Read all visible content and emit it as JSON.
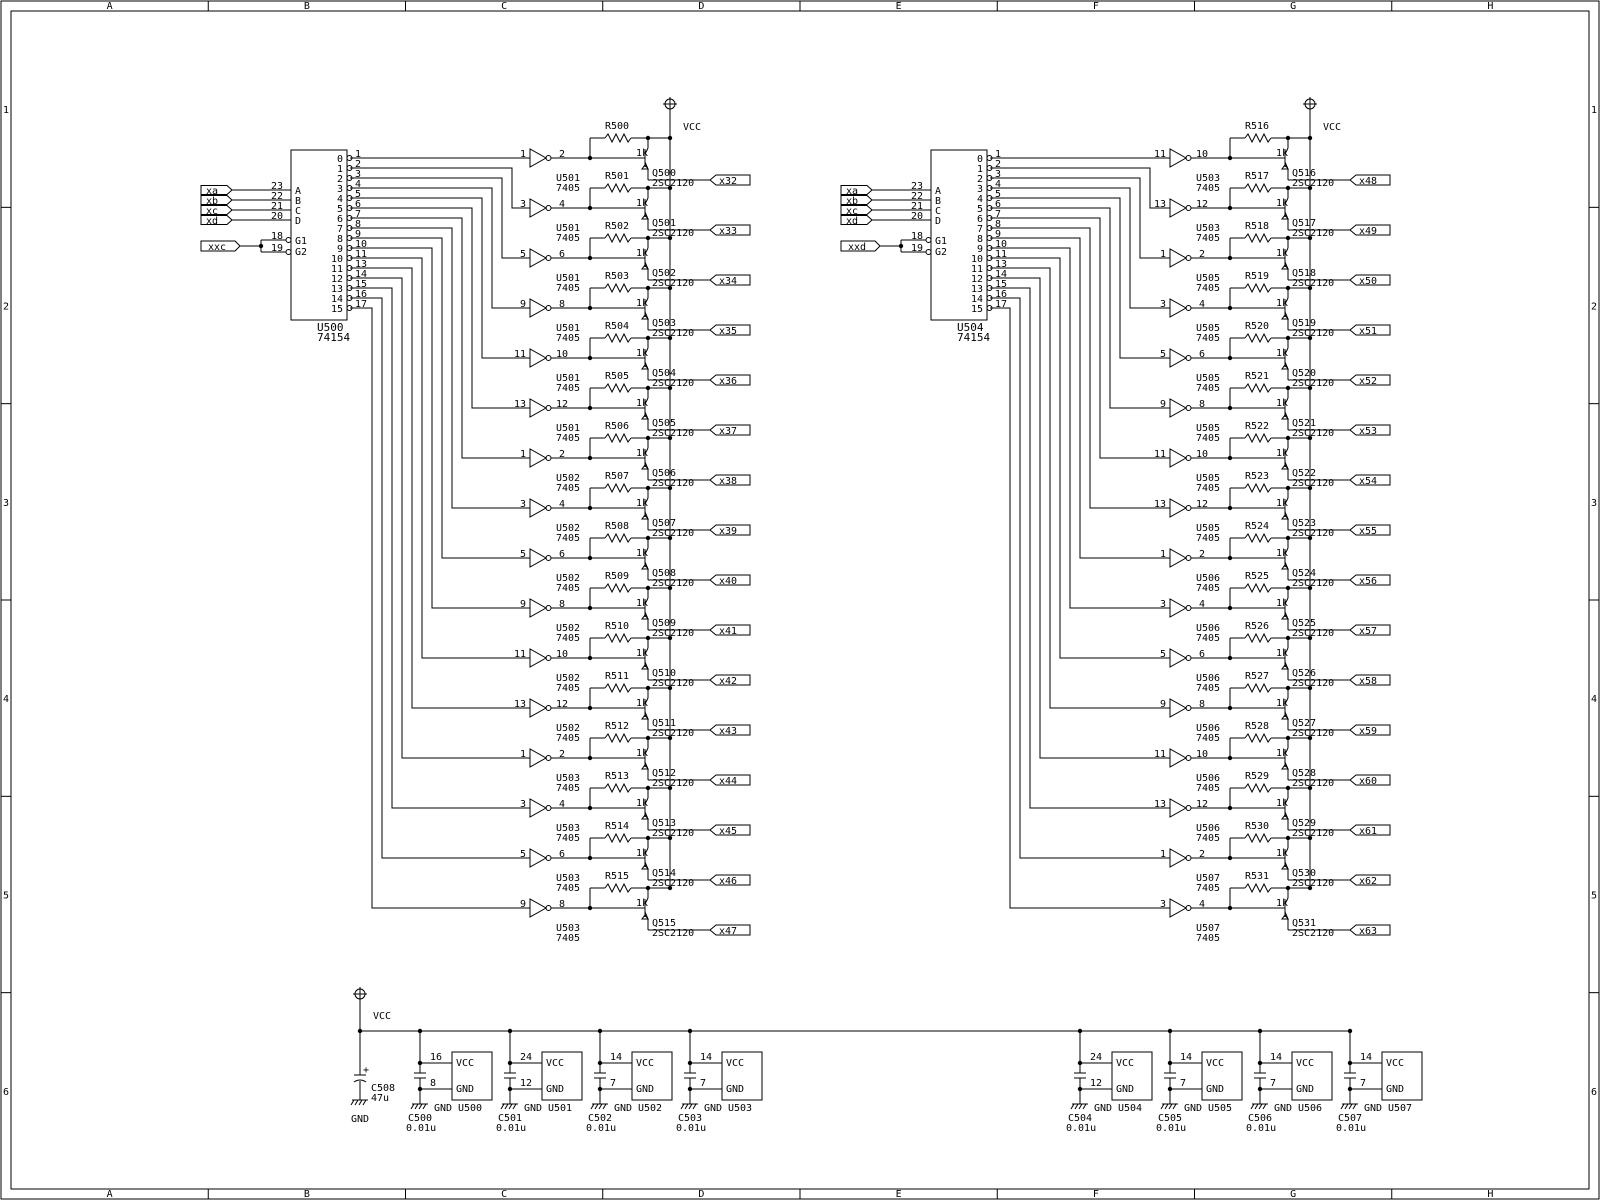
{
  "border": {
    "cols": [
      "A",
      "B",
      "C",
      "D",
      "E",
      "F",
      "G",
      "H"
    ],
    "rows": [
      "1",
      "2",
      "3",
      "4",
      "5",
      "6"
    ]
  },
  "decoders": [
    {
      "ref": "U500",
      "part": "74154",
      "in_pins": [
        "23",
        "22",
        "21",
        "20"
      ],
      "in_names": [
        "A",
        "B",
        "C",
        "D"
      ],
      "in_nets": [
        "xa",
        "xb",
        "xc",
        "xd"
      ],
      "en_pins": [
        "18",
        "19"
      ],
      "en_names": [
        "G1",
        "G2"
      ],
      "en_net": "xxc",
      "out_names": [
        "0",
        "1",
        "2",
        "3",
        "4",
        "5",
        "6",
        "7",
        "8",
        "9",
        "10",
        "11",
        "12",
        "13",
        "14",
        "15"
      ],
      "out_pins": [
        "1",
        "2",
        "3",
        "4",
        "5",
        "6",
        "7",
        "8",
        "9",
        "10",
        "11",
        "13",
        "14",
        "15",
        "16",
        "17"
      ]
    },
    {
      "ref": "U504",
      "part": "74154",
      "in_pins": [
        "23",
        "22",
        "21",
        "20"
      ],
      "in_names": [
        "A",
        "B",
        "C",
        "D"
      ],
      "in_nets": [
        "xa",
        "xb",
        "xc",
        "xd"
      ],
      "en_pins": [
        "18",
        "19"
      ],
      "en_names": [
        "G1",
        "G2"
      ],
      "en_net": "xxd",
      "out_names": [
        "0",
        "1",
        "2",
        "3",
        "4",
        "5",
        "6",
        "7",
        "8",
        "9",
        "10",
        "11",
        "12",
        "13",
        "14",
        "15"
      ],
      "out_pins": [
        "1",
        "2",
        "3",
        "4",
        "5",
        "6",
        "7",
        "8",
        "9",
        "10",
        "11",
        "13",
        "14",
        "15",
        "16",
        "17"
      ]
    }
  ],
  "drivers": [
    [
      {
        "inv": "U501",
        "part": "7405",
        "pin_in": "1",
        "pin_out": "2",
        "r": "R500",
        "rv": "1k",
        "q": "Q500",
        "qp": "2SC2120",
        "net": "x32"
      },
      {
        "inv": "U501",
        "part": "7405",
        "pin_in": "3",
        "pin_out": "4",
        "r": "R501",
        "rv": "1k",
        "q": "Q501",
        "qp": "2SC2120",
        "net": "x33"
      },
      {
        "inv": "U501",
        "part": "7405",
        "pin_in": "5",
        "pin_out": "6",
        "r": "R502",
        "rv": "1k",
        "q": "Q502",
        "qp": "2SC2120",
        "net": "x34"
      },
      {
        "inv": "U501",
        "part": "7405",
        "pin_in": "9",
        "pin_out": "8",
        "r": "R503",
        "rv": "1k",
        "q": "Q503",
        "qp": "2SC2120",
        "net": "x35"
      },
      {
        "inv": "U501",
        "part": "7405",
        "pin_in": "11",
        "pin_out": "10",
        "r": "R504",
        "rv": "1k",
        "q": "Q504",
        "qp": "2SC2120",
        "net": "x36"
      },
      {
        "inv": "U501",
        "part": "7405",
        "pin_in": "13",
        "pin_out": "12",
        "r": "R505",
        "rv": "1k",
        "q": "Q505",
        "qp": "2SC2120",
        "net": "x37"
      },
      {
        "inv": "U502",
        "part": "7405",
        "pin_in": "1",
        "pin_out": "2",
        "r": "R506",
        "rv": "1k",
        "q": "Q506",
        "qp": "2SC2120",
        "net": "x38"
      },
      {
        "inv": "U502",
        "part": "7405",
        "pin_in": "3",
        "pin_out": "4",
        "r": "R507",
        "rv": "1k",
        "q": "Q507",
        "qp": "2SC2120",
        "net": "x39"
      },
      {
        "inv": "U502",
        "part": "7405",
        "pin_in": "5",
        "pin_out": "6",
        "r": "R508",
        "rv": "1k",
        "q": "Q508",
        "qp": "2SC2120",
        "net": "x40"
      },
      {
        "inv": "U502",
        "part": "7405",
        "pin_in": "9",
        "pin_out": "8",
        "r": "R509",
        "rv": "1k",
        "q": "Q509",
        "qp": "2SC2120",
        "net": "x41"
      },
      {
        "inv": "U502",
        "part": "7405",
        "pin_in": "11",
        "pin_out": "10",
        "r": "R510",
        "rv": "1k",
        "q": "Q510",
        "qp": "2SC2120",
        "net": "x42"
      },
      {
        "inv": "U502",
        "part": "7405",
        "pin_in": "13",
        "pin_out": "12",
        "r": "R511",
        "rv": "1k",
        "q": "Q511",
        "qp": "2SC2120",
        "net": "x43"
      },
      {
        "inv": "U503",
        "part": "7405",
        "pin_in": "1",
        "pin_out": "2",
        "r": "R512",
        "rv": "1k",
        "q": "Q512",
        "qp": "2SC2120",
        "net": "x44"
      },
      {
        "inv": "U503",
        "part": "7405",
        "pin_in": "3",
        "pin_out": "4",
        "r": "R513",
        "rv": "1k",
        "q": "Q513",
        "qp": "2SC2120",
        "net": "x45"
      },
      {
        "inv": "U503",
        "part": "7405",
        "pin_in": "5",
        "pin_out": "6",
        "r": "R514",
        "rv": "1k",
        "q": "Q514",
        "qp": "2SC2120",
        "net": "x46"
      },
      {
        "inv": "U503",
        "part": "7405",
        "pin_in": "9",
        "pin_out": "8",
        "r": "R515",
        "rv": "1k",
        "q": "Q515",
        "qp": "2SC2120",
        "net": "x47"
      }
    ],
    [
      {
        "inv": "U503",
        "part": "7405",
        "pin_in": "11",
        "pin_out": "10",
        "r": "R516",
        "rv": "1k",
        "q": "Q516",
        "qp": "2SC2120",
        "net": "x48"
      },
      {
        "inv": "U503",
        "part": "7405",
        "pin_in": "13",
        "pin_out": "12",
        "r": "R517",
        "rv": "1k",
        "q": "Q517",
        "qp": "2SC2120",
        "net": "x49"
      },
      {
        "inv": "U505",
        "part": "7405",
        "pin_in": "1",
        "pin_out": "2",
        "r": "R518",
        "rv": "1k",
        "q": "Q518",
        "qp": "2SC2120",
        "net": "x50"
      },
      {
        "inv": "U505",
        "part": "7405",
        "pin_in": "3",
        "pin_out": "4",
        "r": "R519",
        "rv": "1k",
        "q": "Q519",
        "qp": "2SC2120",
        "net": "x51"
      },
      {
        "inv": "U505",
        "part": "7405",
        "pin_in": "5",
        "pin_out": "6",
        "r": "R520",
        "rv": "1k",
        "q": "Q520",
        "qp": "2SC2120",
        "net": "x52"
      },
      {
        "inv": "U505",
        "part": "7405",
        "pin_in": "9",
        "pin_out": "8",
        "r": "R521",
        "rv": "1k",
        "q": "Q521",
        "qp": "2SC2120",
        "net": "x53"
      },
      {
        "inv": "U505",
        "part": "7405",
        "pin_in": "11",
        "pin_out": "10",
        "r": "R522",
        "rv": "1k",
        "q": "Q522",
        "qp": "2SC2120",
        "net": "x54"
      },
      {
        "inv": "U505",
        "part": "7405",
        "pin_in": "13",
        "pin_out": "12",
        "r": "R523",
        "rv": "1k",
        "q": "Q523",
        "qp": "2SC2120",
        "net": "x55"
      },
      {
        "inv": "U506",
        "part": "7405",
        "pin_in": "1",
        "pin_out": "2",
        "r": "R524",
        "rv": "1k",
        "q": "Q524",
        "qp": "2SC2120",
        "net": "x56"
      },
      {
        "inv": "U506",
        "part": "7405",
        "pin_in": "3",
        "pin_out": "4",
        "r": "R525",
        "rv": "1k",
        "q": "Q525",
        "qp": "2SC2120",
        "net": "x57"
      },
      {
        "inv": "U506",
        "part": "7405",
        "pin_in": "5",
        "pin_out": "6",
        "r": "R526",
        "rv": "1k",
        "q": "Q526",
        "qp": "2SC2120",
        "net": "x58"
      },
      {
        "inv": "U506",
        "part": "7405",
        "pin_in": "9",
        "pin_out": "8",
        "r": "R527",
        "rv": "1k",
        "q": "Q527",
        "qp": "2SC2120",
        "net": "x59"
      },
      {
        "inv": "U506",
        "part": "7405",
        "pin_in": "11",
        "pin_out": "10",
        "r": "R528",
        "rv": "1k",
        "q": "Q528",
        "qp": "2SC2120",
        "net": "x60"
      },
      {
        "inv": "U506",
        "part": "7405",
        "pin_in": "13",
        "pin_out": "12",
        "r": "R529",
        "rv": "1k",
        "q": "Q529",
        "qp": "2SC2120",
        "net": "x61"
      },
      {
        "inv": "U507",
        "part": "7405",
        "pin_in": "1",
        "pin_out": "2",
        "r": "R530",
        "rv": "1k",
        "q": "Q530",
        "qp": "2SC2120",
        "net": "x62"
      },
      {
        "inv": "U507",
        "part": "7405",
        "pin_in": "3",
        "pin_out": "4",
        "r": "R531",
        "rv": "1k",
        "q": "Q531",
        "qp": "2SC2120",
        "net": "x63"
      }
    ]
  ],
  "power": {
    "vcc_label": "VCC",
    "gnd_label": "GND",
    "bulk_cap": {
      "ref": "C508",
      "value": "47u"
    },
    "ics": [
      {
        "ref": "U500",
        "vpin": "16",
        "gpin": "8",
        "cap": "C500",
        "cval": "0.01u"
      },
      {
        "ref": "U501",
        "vpin": "24",
        "gpin": "12",
        "cap": "C501",
        "cval": "0.01u"
      },
      {
        "ref": "U502",
        "vpin": "14",
        "gpin": "7",
        "cap": "C502",
        "cval": "0.01u"
      },
      {
        "ref": "U503",
        "vpin": "14",
        "gpin": "7",
        "cap": "C503",
        "cval": "0.01u"
      },
      {
        "ref": "U504",
        "vpin": "24",
        "gpin": "12",
        "cap": "C504",
        "cval": "0.01u"
      },
      {
        "ref": "U505",
        "vpin": "14",
        "gpin": "7",
        "cap": "C505",
        "cval": "0.01u"
      },
      {
        "ref": "U506",
        "vpin": "14",
        "gpin": "7",
        "cap": "C506",
        "cval": "0.01u"
      },
      {
        "ref": "U507",
        "vpin": "14",
        "gpin": "7",
        "cap": "C507",
        "cval": "0.01u"
      }
    ],
    "ic_vcc_pin_label": "VCC",
    "ic_gnd_pin_label": "GND"
  }
}
